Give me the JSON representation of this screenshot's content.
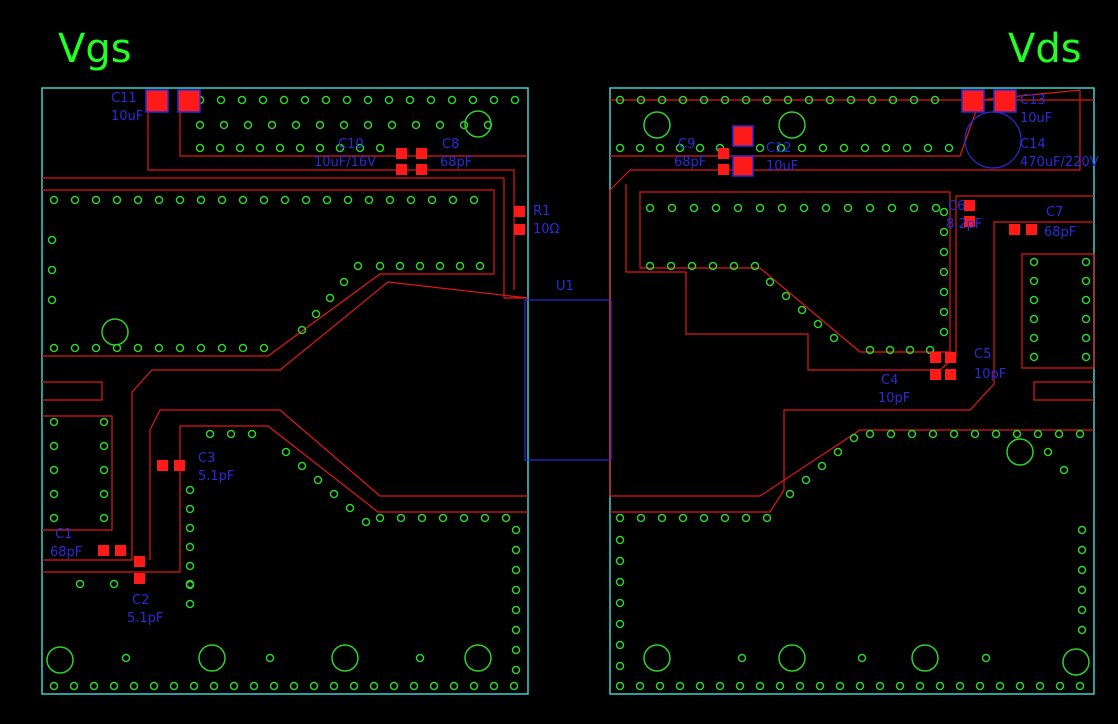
{
  "titles": {
    "left": "Vgs",
    "right": "Vds"
  },
  "labels": {
    "c11": [
      "C11",
      "10uF"
    ],
    "c10": [
      "C10",
      "10uF/16V"
    ],
    "c8_left": [
      "C8",
      "68pF"
    ],
    "r1": [
      "R1",
      "10Ω"
    ],
    "u1": [
      "U1"
    ],
    "c3": [
      "C3",
      "5.1pF"
    ],
    "c1": [
      "C1",
      "68pF"
    ],
    "c2": [
      "C2",
      "5.1pF"
    ],
    "c9": [
      "C9",
      "68pF"
    ],
    "c12": [
      "C12",
      "10uF"
    ],
    "c13": [
      "C13",
      "10uF"
    ],
    "c14": [
      "C14",
      "470uF/220V"
    ],
    "c6": [
      "C6",
      "8.2pF"
    ],
    "c7": [
      "C7",
      "68pF"
    ],
    "c5": [
      "C5",
      "10pF"
    ],
    "c4": [
      "C4",
      "10pF"
    ]
  },
  "colors": {
    "background": "#000000",
    "board_outline": "#3fd0d0",
    "copper": "#e01818",
    "pad": "#ff1a1a",
    "via": "#2fd02f",
    "silkscreen": "#2b2bd6",
    "title": "#22ff22"
  }
}
